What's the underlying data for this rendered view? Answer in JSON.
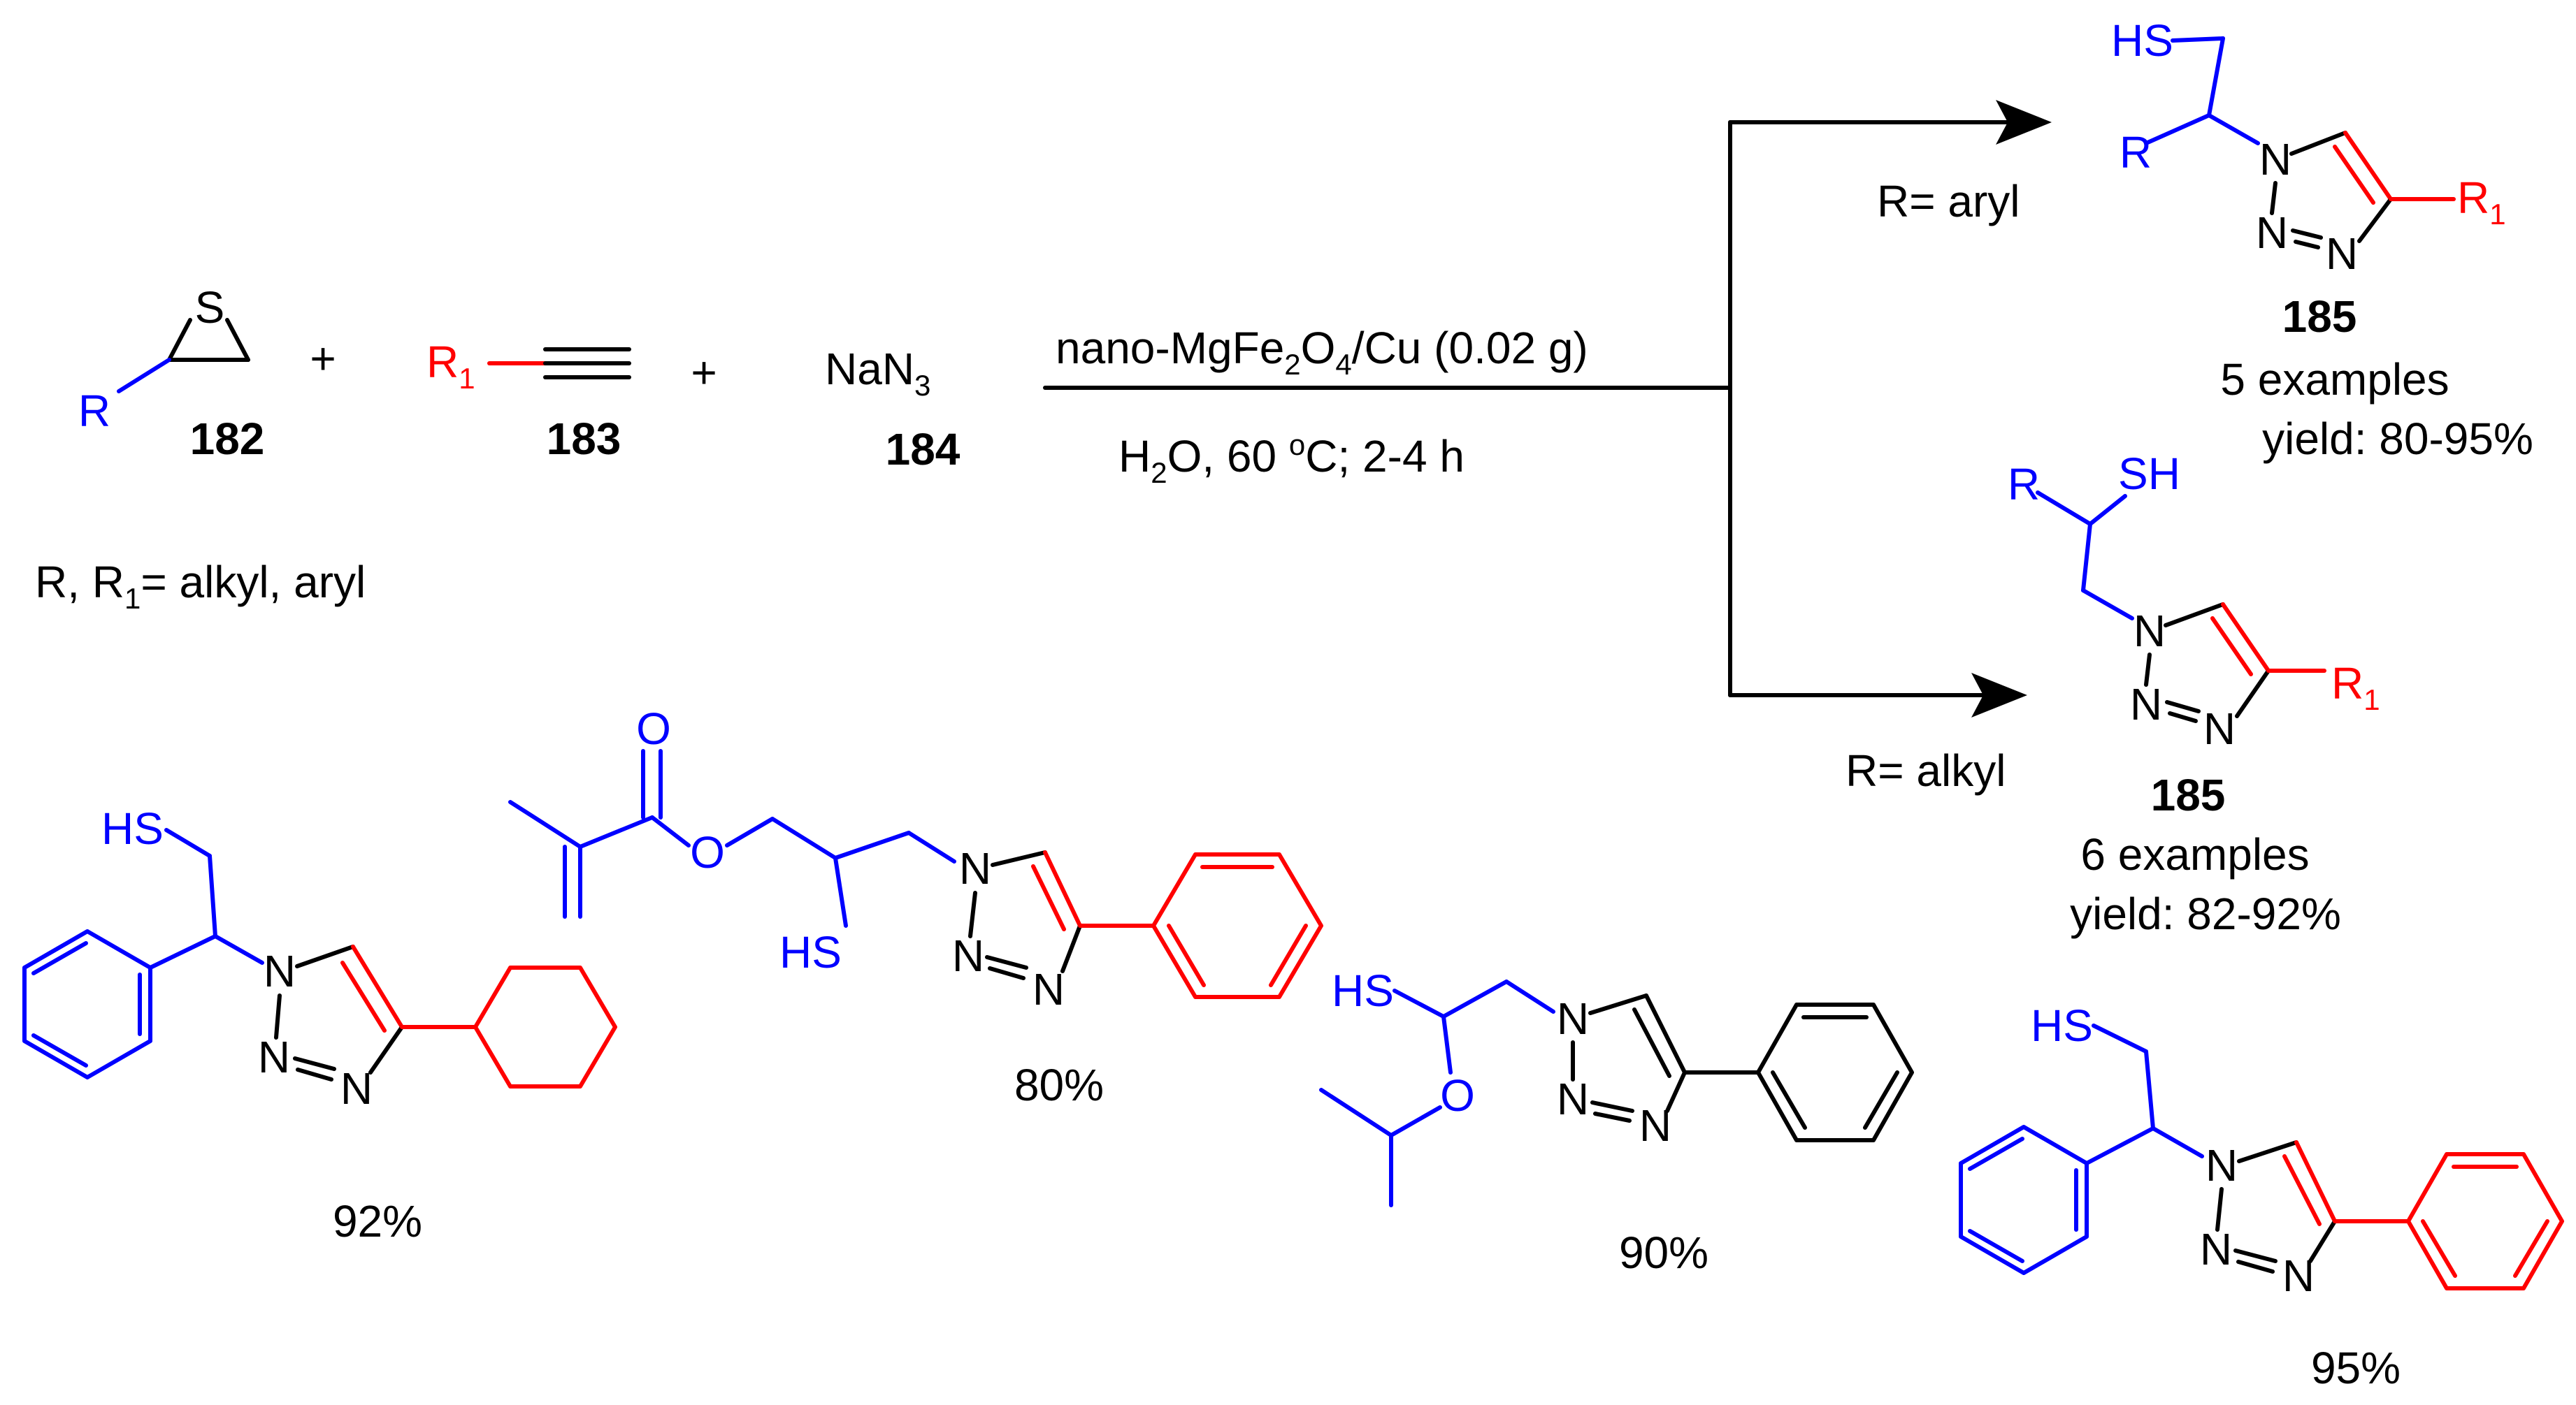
{
  "colors": {
    "substituent_blue": "#0000ff",
    "alkyne_red": "#ff0000",
    "core_black": "#000000"
  },
  "reactants": {
    "r182": {
      "ring_atom": "S",
      "subst": "R",
      "label": "182"
    },
    "r183": {
      "subst": "R",
      "subscript": "1",
      "label": "183"
    },
    "r184": {
      "formula_main": "NaN",
      "formula_sub": "3",
      "label": "184"
    },
    "plus": "+",
    "note": {
      "p1": "R, R",
      "p1_sub": "1",
      "p2": "= alkyl, aryl"
    }
  },
  "conditions": {
    "catalyst_a": "nano-MgFe",
    "catalyst_sub1": "2",
    "catalyst_b": "O",
    "catalyst_sub2": "4",
    "catalyst_c": "/Cu (0.02 g)",
    "solvent_a": "H",
    "solvent_sub": "2",
    "solvent_b": "O, 60 ",
    "temp_sup": "o",
    "solvent_c": "C; 2-4 h"
  },
  "branches": {
    "upper": {
      "condition": "R= aryl",
      "label": "185",
      "examples": "5 examples",
      "yield": "yield: 80-95%"
    },
    "lower": {
      "condition": "R= alkyl",
      "label": "185",
      "examples": "6 examples",
      "yield": "yield: 82-92%"
    }
  },
  "atoms": {
    "SH": "SH",
    "HS": "HS",
    "R": "R",
    "R1": "R",
    "sub1": "1",
    "N": "N",
    "O": "O"
  },
  "examples": [
    {
      "yield": "92%"
    },
    {
      "yield": "80%"
    },
    {
      "yield": "90%"
    },
    {
      "yield": "95%"
    }
  ]
}
